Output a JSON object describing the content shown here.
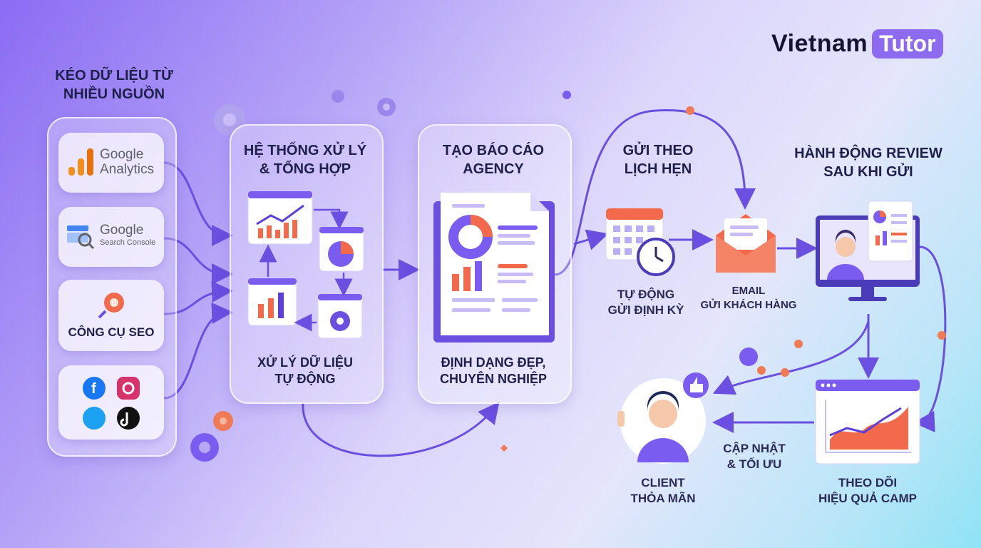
{
  "brand": {
    "name_part1": "Vietnam",
    "name_part2": "Tutor"
  },
  "sources": {
    "title_line1": "KÉO DỮ LIỆU TỪ",
    "title_line2": "NHIỀU NGUỒN",
    "google_analytics": {
      "line1": "Google",
      "line2": "Analytics"
    },
    "search_console": {
      "line1": "Google",
      "line2": "Search Console"
    },
    "seo_tools": "CÔNG CỤ SEO"
  },
  "processing": {
    "title_line1": "HỆ THỐNG XỬ LÝ",
    "title_line2": "& TỔNG HỢP",
    "caption_line1": "XỬ LÝ DỮ LIỆU",
    "caption_line2": "TỰ ĐỘNG"
  },
  "report": {
    "title_line1": "TẠO BÁO CÁO",
    "title_line2": "AGENCY",
    "caption_line1": "ĐỊNH DẠNG ĐẸP,",
    "caption_line2": "CHUYÊN NGHIỆP"
  },
  "schedule": {
    "title_line1": "GỬI THEO",
    "title_line2": "LỊCH HẸN",
    "auto_line1": "TỰ ĐỘNG",
    "auto_line2": "GỬI ĐỊNH KỲ",
    "email_line1": "EMAIL",
    "email_line2": "GỬI KHÁCH HÀNG"
  },
  "review": {
    "title_line1": "HÀNH ĐỘNG REVIEW",
    "title_line2": "SAU KHI GỬI",
    "track_line1": "THEO DÕI",
    "track_line2": "HIỆU QUẢ CAMP",
    "update_line1": "CẬP NHẬT",
    "update_line2": "& TỐI ƯU",
    "client_line1": "CLIENT",
    "client_line2": "THỎA MÃN"
  },
  "colors": {
    "accent": "#7b5cf0",
    "orange": "#f26a4b",
    "dark": "#1f1f4b"
  }
}
